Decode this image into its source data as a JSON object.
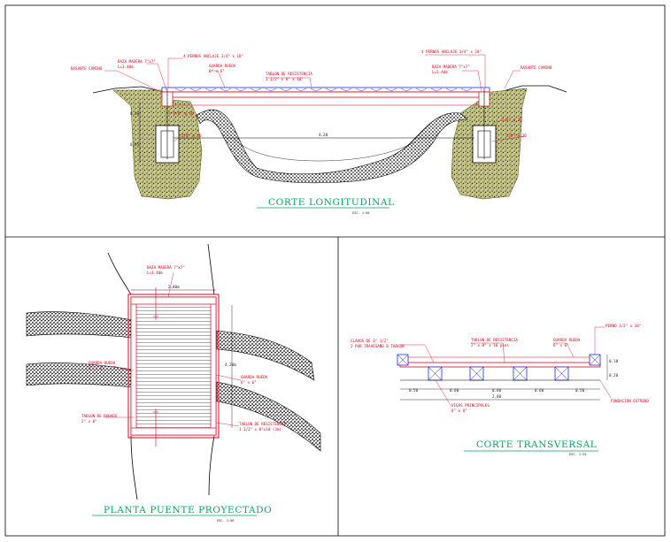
{
  "colors": {
    "annotation": "#e0001a",
    "title": "#00a95c",
    "deck_blue": "#1a2fd0",
    "terrain_soil": "#7a7a1a",
    "terrain_texture": "#000000",
    "frame": "#000000"
  },
  "longitudinal": {
    "title": "CORTE LONGITUDINAL",
    "scale": "ESC. 1:50",
    "labels": {
      "bolts_left": "4 PERNOS ANCLAJE 3/4\" x 18\"",
      "bolts_right": "4 PERNOS ANCLAJE 3/4\" x 18\"",
      "beam_left": "BAZA MADERA 7\"x7\"",
      "beam_left_len": "L=3.40m",
      "beam_right": "BAZA MADERA 7\"x7\"",
      "beam_right_len": "L=3.40m",
      "guard_rail": "GUARDA RUEDA",
      "guard_rail_size": "6\" x 6\"",
      "deck_plank": "TABLON DE RESISTENCIA",
      "deck_plank_size": "1 1/2\" x 8\" x 10'",
      "road_left": "RASANTE CAMINO",
      "road_right": "RASANTE CAMINO",
      "rebar_a": "5/8\" @ 20",
      "rebar_b": "5/8\" @ 20",
      "rebar_c": "5/8\" @ 20",
      "rebar_d": "5/8\" @ 20",
      "dim_height": "0.30",
      "dim_foot": "0.95",
      "dim_span": "4.20"
    }
  },
  "plan": {
    "title": "PLANTA PUENTE PROYECTADO",
    "scale": "ESC. 1:50",
    "labels": {
      "beam": "BAZA MADERA 7\"x7\"",
      "beam_len": "L=3.40m",
      "guard_left": "GUARDA RUEDA",
      "guard_left_size": "6\" x 6\"",
      "guard_right": "GUARDA RUEDA",
      "guard_right_size": "6\" x 6\"",
      "rolling_plank": "TABLON DE RODADO",
      "rolling_plank_size": "2\" x 8\"",
      "deck_plank": "TABLON DE RESISTENCIA",
      "deck_plank_size": "1 1/2\" x 8\"x10 (3m)",
      "dim_width": "2.80m",
      "dim_length": "4.20m"
    }
  },
  "transversal": {
    "title": "CORTE TRANSVERSAL",
    "scale": "ESC. 1:25",
    "labels": {
      "nails": "CLAVOS DE 6\" 1/2\"",
      "nails_detail": "2 POR TRAVESAÑO D TABLON",
      "deck_plank": "TABLON DE RESISTENCIA",
      "deck_plank_size": "2\" x 8\" x 10 pies",
      "guard_rail": "GUARDA RUEDA",
      "guard_rail_size": "6\" x 6\"",
      "bolt": "PERNO 1/2\" x 10\"",
      "main_beams": "VIGAS PRINCIPALES",
      "main_beams_size": "8\" x 8\"",
      "foundation": "FUNDACION ESTRIBO",
      "dim_top": "0.18",
      "dim_side": "0.20",
      "dim_s1": "0.50",
      "dim_s2": "0.60",
      "dim_s3": "0.60",
      "dim_s4": "0.60",
      "dim_s5": "0.50",
      "dim_total": "2.80"
    }
  }
}
